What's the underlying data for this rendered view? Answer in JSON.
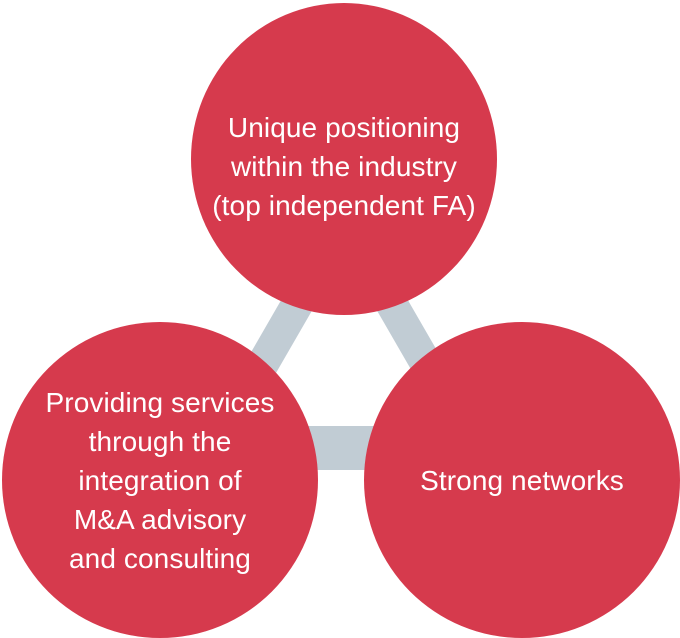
{
  "circles": {
    "top": {
      "text": "Unique positioning\nwithin the industry\n(top independent FA)"
    },
    "left": {
      "text": "Providing services\nthrough the\nintegration of\nM&A advisory\nand consulting"
    },
    "right": {
      "text": "Strong networks"
    }
  },
  "colors": {
    "circle": "#d63a4d",
    "connector": "#c1ccd4",
    "text": "#ffffff"
  }
}
